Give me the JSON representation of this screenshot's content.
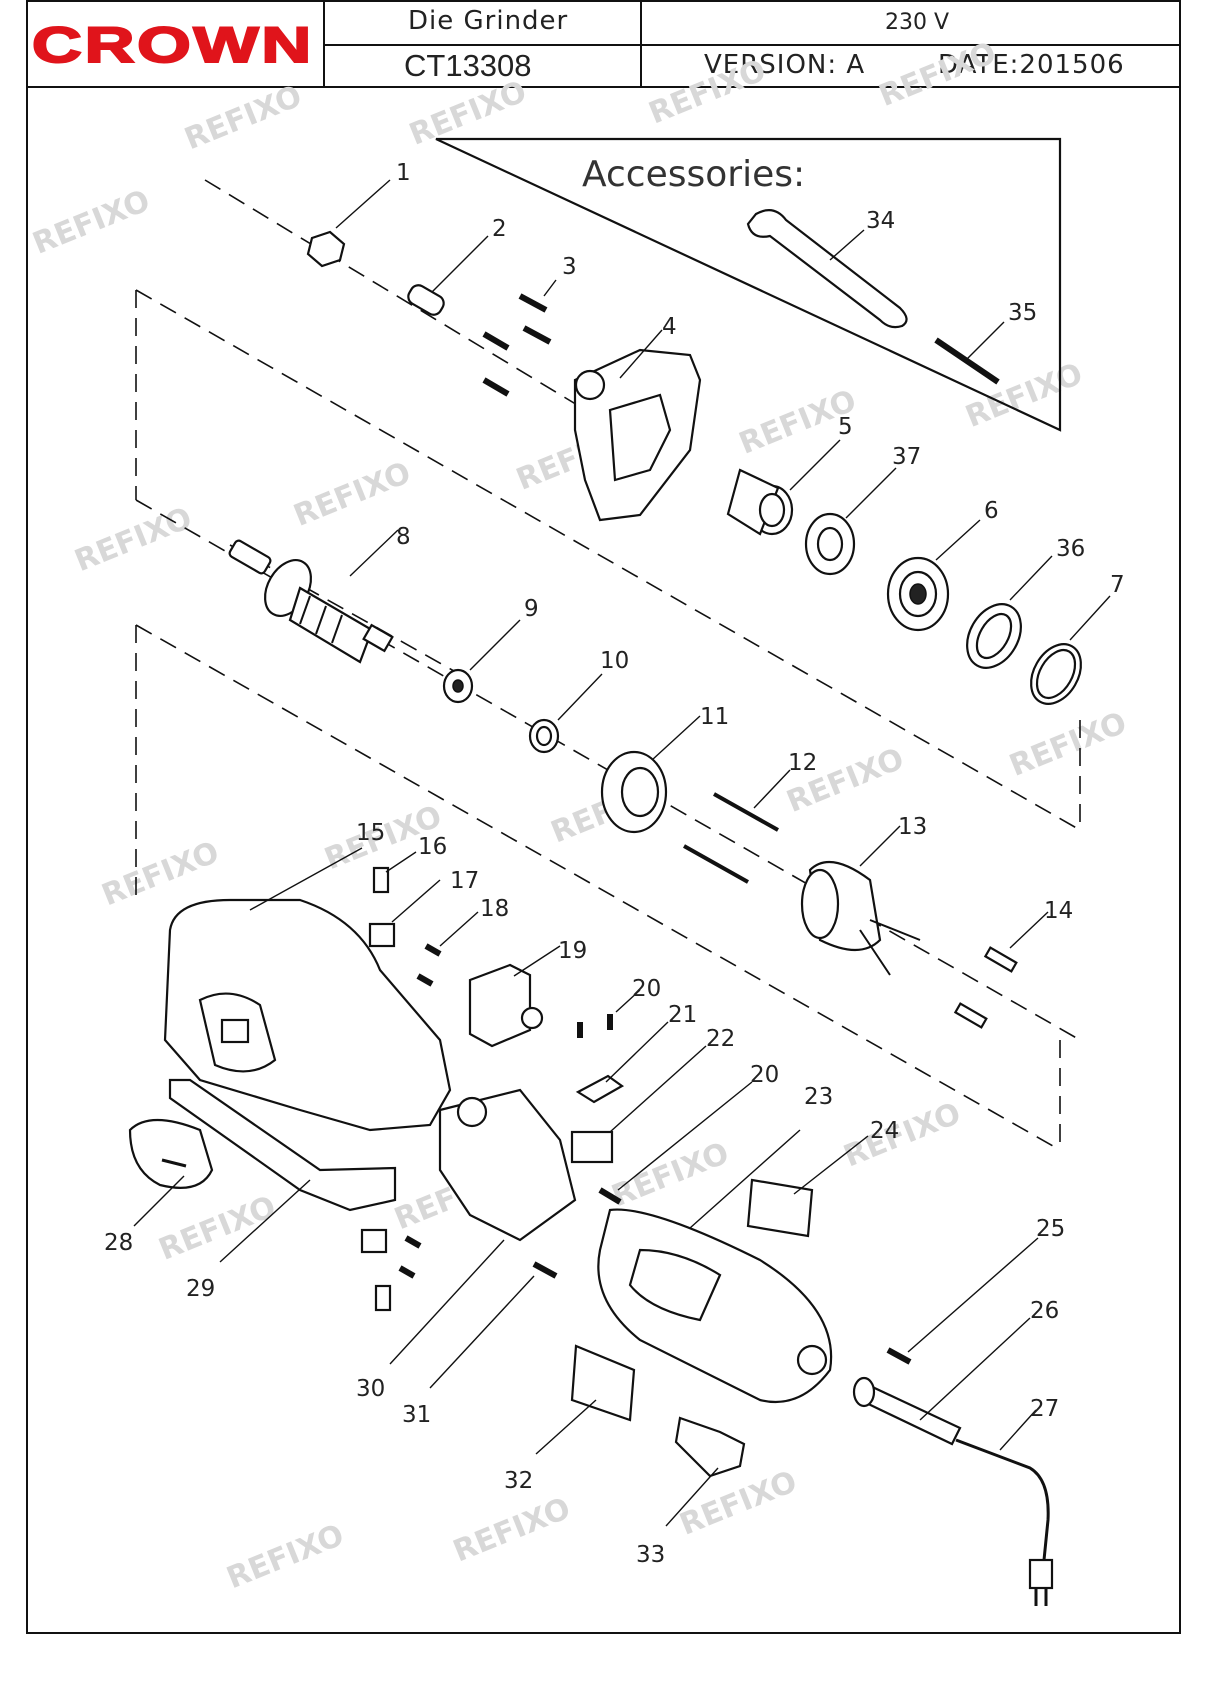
{
  "header": {
    "brand": "CROWN",
    "product": "Die Grinder",
    "voltage": "230 V",
    "model": "CT13308",
    "version": "VERSION: A",
    "date": "DATE:201506"
  },
  "accessories_label": "Accessories:",
  "watermark": "REFIXO",
  "callouts": [
    "1",
    "2",
    "3",
    "4",
    "5",
    "6",
    "7",
    "8",
    "9",
    "10",
    "11",
    "12",
    "13",
    "14",
    "15",
    "16",
    "17",
    "18",
    "19",
    "20",
    "20",
    "21",
    "22",
    "23",
    "24",
    "25",
    "26",
    "27",
    "28",
    "29",
    "30",
    "31",
    "32",
    "33",
    "34",
    "35",
    "36",
    "37"
  ]
}
